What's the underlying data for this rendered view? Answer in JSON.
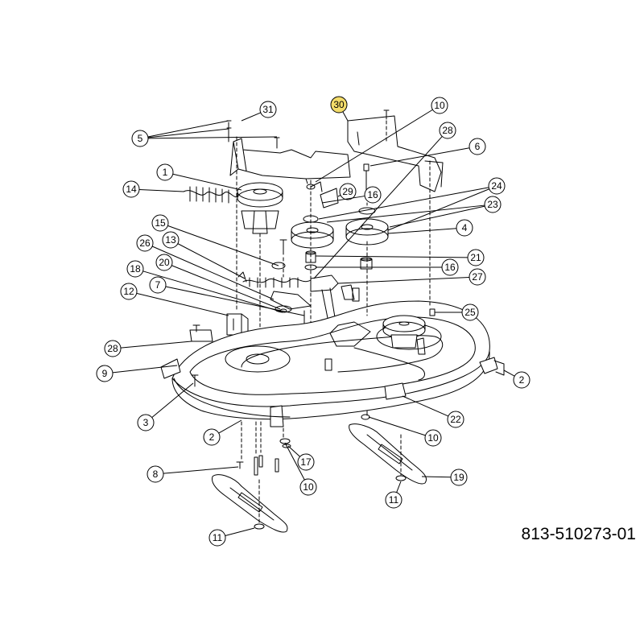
{
  "drawing_number": "813-510273-01",
  "highlight_color": "#f3dc6a",
  "callouts": [
    {
      "label": "31"
    },
    {
      "label": "30",
      "highlighted": true
    },
    {
      "label": "10"
    },
    {
      "label": "28"
    },
    {
      "label": "5"
    },
    {
      "label": "6"
    },
    {
      "label": "1"
    },
    {
      "label": "29"
    },
    {
      "label": "16"
    },
    {
      "label": "24"
    },
    {
      "label": "14"
    },
    {
      "label": "23"
    },
    {
      "label": "4"
    },
    {
      "label": "15"
    },
    {
      "label": "13"
    },
    {
      "label": "26"
    },
    {
      "label": "21"
    },
    {
      "label": "16"
    },
    {
      "label": "20"
    },
    {
      "label": "18"
    },
    {
      "label": "27"
    },
    {
      "label": "7"
    },
    {
      "label": "12"
    },
    {
      "label": "25"
    },
    {
      "label": "28"
    },
    {
      "label": "9"
    },
    {
      "label": "2"
    },
    {
      "label": "3"
    },
    {
      "label": "22"
    },
    {
      "label": "2"
    },
    {
      "label": "10"
    },
    {
      "label": "17"
    },
    {
      "label": "8"
    },
    {
      "label": "10"
    },
    {
      "label": "19"
    },
    {
      "label": "11"
    },
    {
      "label": "11"
    }
  ]
}
